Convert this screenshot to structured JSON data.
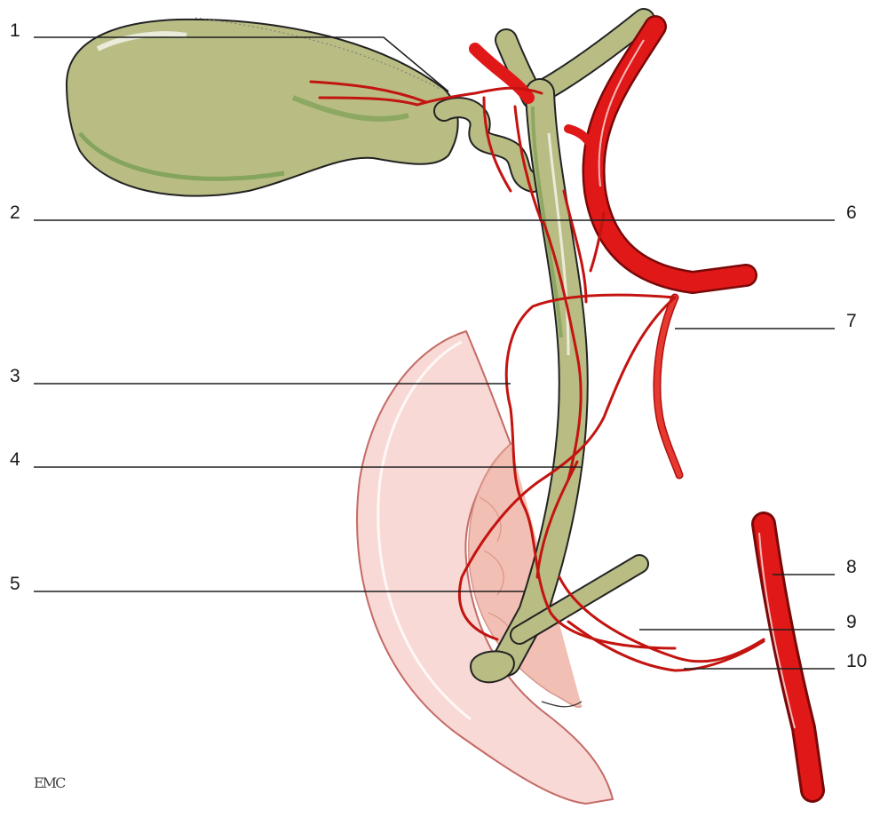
{
  "labels": {
    "l1": "1",
    "l2": "2",
    "l3": "3",
    "l4": "4",
    "l5": "5",
    "l6": "6",
    "l7": "7",
    "l8": "8",
    "l9": "9",
    "l10": "10"
  },
  "signature": "EMC",
  "colors": {
    "bile_duct": "#b7b97f",
    "bile_duct_shade": "#7e9a52",
    "artery": "#e01818",
    "artery_dark": "#8a0a0a",
    "duodenum": "#f6d6d2",
    "duodenum_edge": "#d98f8a",
    "leader_line": "#1e1e1e"
  }
}
